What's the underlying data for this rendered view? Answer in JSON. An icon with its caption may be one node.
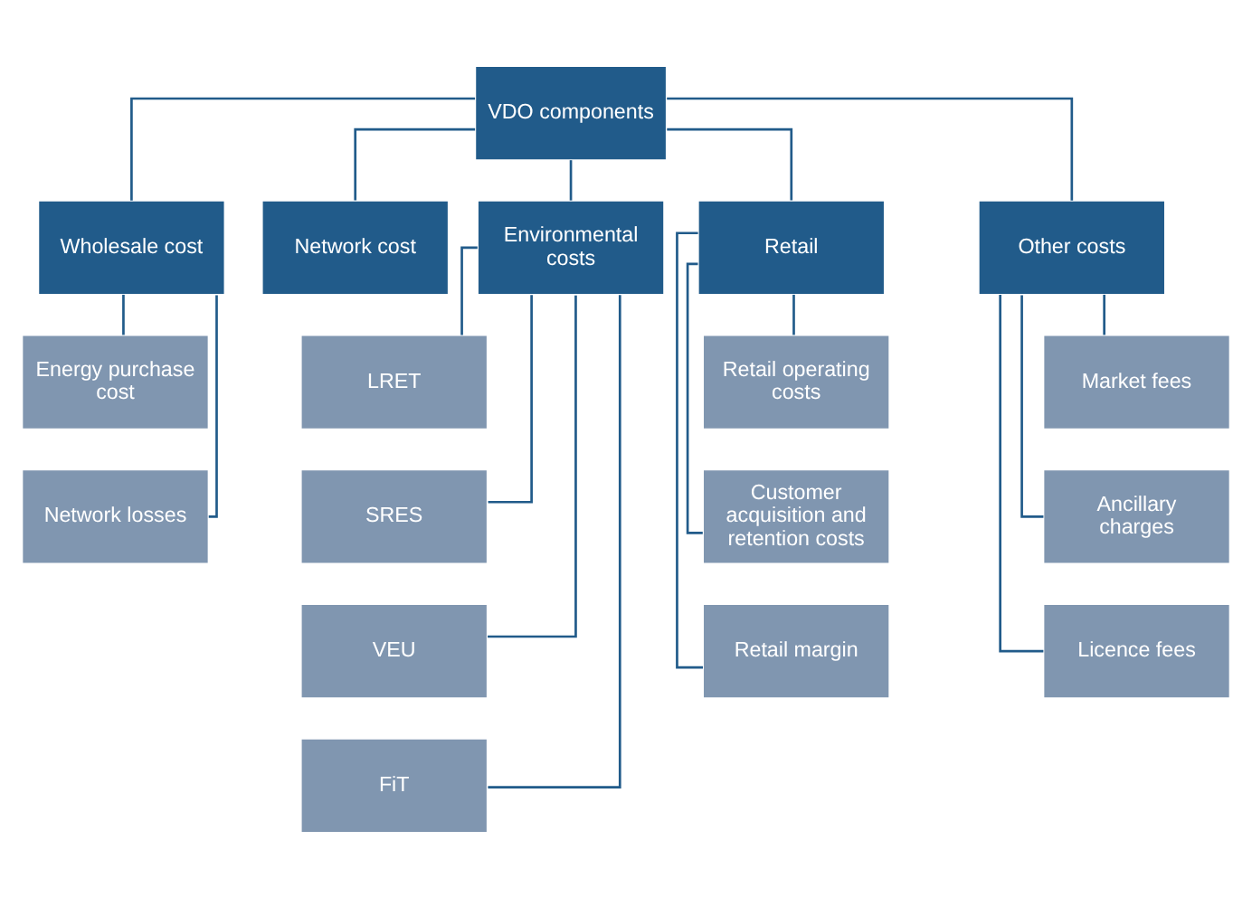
{
  "diagram": {
    "nodes": [
      {
        "text": [
          "VDO components"
        ]
      },
      {
        "text": [
          "Wholesale cost"
        ]
      },
      {
        "text": [
          "Network cost"
        ]
      },
      {
        "text": [
          "Environmental costs"
        ]
      },
      {
        "text": [
          "Retail"
        ]
      },
      {
        "text": [
          "Other costs"
        ]
      },
      {
        "text": [
          "Energy purchase cost"
        ]
      },
      {
        "text": [
          "Network losses"
        ]
      },
      {
        "text": [
          "LRET"
        ]
      },
      {
        "text": [
          "SRES"
        ]
      },
      {
        "text": [
          "VEU"
        ]
      },
      {
        "text": [
          "FiT"
        ]
      },
      {
        "text": [
          "Retail operating costs"
        ]
      },
      {
        "text": [
          "Customer acquisition and retention costs"
        ]
      },
      {
        "text": [
          "Retail margin"
        ]
      },
      {
        "text": [
          "Market fees"
        ]
      },
      {
        "text": [
          "Ancillary charges"
        ]
      },
      {
        "text": [
          "Licence fees"
        ]
      }
    ],
    "edges": [
      {
        "from": 0,
        "to": 1,
        "arrow": "none"
      },
      {
        "from": 0,
        "to": 2,
        "arrow": "none"
      },
      {
        "from": 0,
        "to": 3,
        "arrow": "none"
      },
      {
        "from": 0,
        "to": 4,
        "arrow": "none"
      },
      {
        "from": 0,
        "to": 5,
        "arrow": "none"
      },
      {
        "from": 1,
        "to": 6,
        "arrow": "none"
      },
      {
        "from": 1,
        "to": 7,
        "arrow": "none"
      },
      {
        "from": 3,
        "to": 8,
        "arrow": "none"
      },
      {
        "from": 3,
        "to": 9,
        "arrow": "none"
      },
      {
        "from": 3,
        "to": 10,
        "arrow": "none"
      },
      {
        "from": 3,
        "to": 11,
        "arrow": "none"
      },
      {
        "from": 4,
        "to": 12,
        "arrow": "none"
      },
      {
        "from": 4,
        "to": 13,
        "arrow": "none"
      },
      {
        "from": 4,
        "to": 14,
        "arrow": "none"
      },
      {
        "from": 5,
        "to": 15,
        "arrow": "none"
      },
      {
        "from": 5,
        "to": 16,
        "arrow": "none"
      },
      {
        "from": 5,
        "to": 17,
        "arrow": "none"
      }
    ]
  }
}
